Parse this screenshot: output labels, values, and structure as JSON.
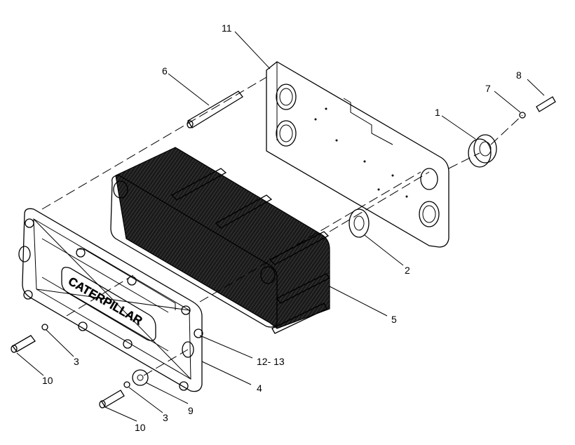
{
  "logo_text": "CATERPILLAR",
  "callouts": [
    {
      "id": "c1",
      "text": "1"
    },
    {
      "id": "c2",
      "text": "2"
    },
    {
      "id": "c3a",
      "text": "3"
    },
    {
      "id": "c3b",
      "text": "3"
    },
    {
      "id": "c4",
      "text": "4"
    },
    {
      "id": "c5",
      "text": "5"
    },
    {
      "id": "c6",
      "text": "6"
    },
    {
      "id": "c7",
      "text": "7"
    },
    {
      "id": "c8",
      "text": "8"
    },
    {
      "id": "c9",
      "text": "9"
    },
    {
      "id": "c10a",
      "text": "10"
    },
    {
      "id": "c10b",
      "text": "10"
    },
    {
      "id": "c11",
      "text": "11"
    },
    {
      "id": "c12",
      "text": "12- 13"
    }
  ]
}
